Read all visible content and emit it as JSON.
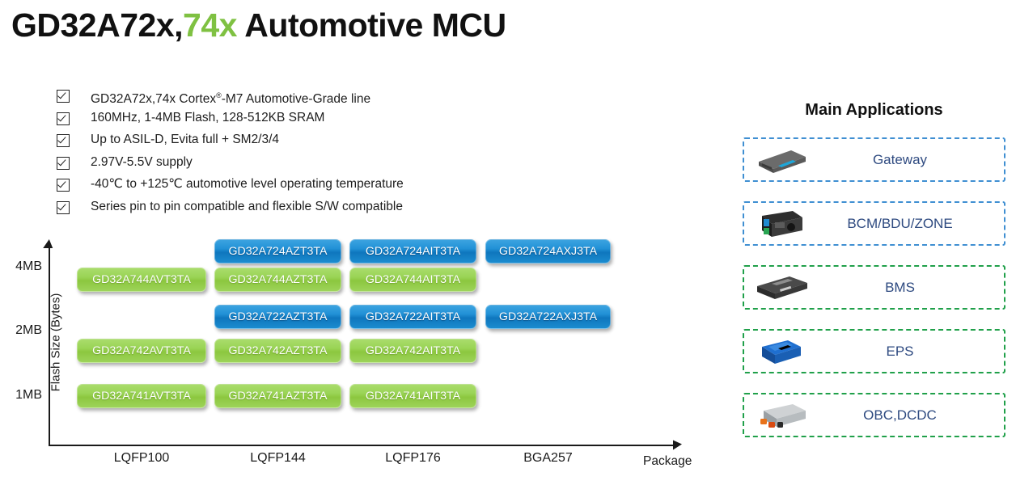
{
  "title": {
    "part1": "GD32A72x,",
    "part2": "74x",
    "part3": " Automotive MCU",
    "accent_color": "#7fc142"
  },
  "features": [
    {
      "text_before": "GD32A72x,74x Cortex",
      "sup": "®",
      "text_after": "-M7 Automotive-Grade line"
    },
    {
      "text_before": "160MHz, 1-4MB Flash, 128-512KB SRAM",
      "sup": "",
      "text_after": ""
    },
    {
      "text_before": "Up to ASIL-D, Evita full + SM2/3/4",
      "sup": "",
      "text_after": ""
    },
    {
      "text_before": "2.97V-5.5V supply",
      "sup": "",
      "text_after": ""
    },
    {
      "text_before": "-40℃ to +125℃ automotive level operating temperature",
      "sup": "",
      "text_after": ""
    },
    {
      "text_before": "Series pin to pin compatible and flexible S/W compatible",
      "sup": "",
      "text_after": ""
    }
  ],
  "chart_data": {
    "type": "table",
    "title": "",
    "xlabel": "Package",
    "ylabel": "Flash Size (Bytes)",
    "x_categories": [
      "LQFP100",
      "LQFP144",
      "LQFP176",
      "BGA257"
    ],
    "y_ticks": [
      "4MB",
      "2MB",
      "1MB"
    ],
    "colors": {
      "green": "#8cc73f",
      "blue": "#0f76bd"
    },
    "parts": [
      {
        "label": "GD32A724AZT3TA",
        "package": "LQFP144",
        "flash": "4MB",
        "color": "blue",
        "row": 0,
        "col": 1
      },
      {
        "label": "GD32A724AIT3TA",
        "package": "LQFP176",
        "flash": "4MB",
        "color": "blue",
        "row": 0,
        "col": 2
      },
      {
        "label": "GD32A724AXJ3TA",
        "package": "BGA257",
        "flash": "4MB",
        "color": "blue",
        "row": 0,
        "col": 3
      },
      {
        "label": "GD32A744AVT3TA",
        "package": "LQFP100",
        "flash": "4MB",
        "color": "green",
        "row": 1,
        "col": 0
      },
      {
        "label": "GD32A744AZT3TA",
        "package": "LQFP144",
        "flash": "4MB",
        "color": "green",
        "row": 1,
        "col": 1
      },
      {
        "label": "GD32A744AIT3TA",
        "package": "LQFP176",
        "flash": "4MB",
        "color": "green",
        "row": 1,
        "col": 2
      },
      {
        "label": "GD32A722AZT3TA",
        "package": "LQFP144",
        "flash": "2MB",
        "color": "blue",
        "row": 2,
        "col": 1
      },
      {
        "label": "GD32A722AIT3TA",
        "package": "LQFP176",
        "flash": "2MB",
        "color": "blue",
        "row": 2,
        "col": 2
      },
      {
        "label": "GD32A722AXJ3TA",
        "package": "BGA257",
        "flash": "2MB",
        "color": "blue",
        "row": 2,
        "col": 3
      },
      {
        "label": "GD32A742AVT3TA",
        "package": "LQFP100",
        "flash": "2MB",
        "color": "green",
        "row": 3,
        "col": 0
      },
      {
        "label": "GD32A742AZT3TA",
        "package": "LQFP144",
        "flash": "2MB",
        "color": "green",
        "row": 3,
        "col": 1
      },
      {
        "label": "GD32A742AIT3TA",
        "package": "LQFP176",
        "flash": "2MB",
        "color": "green",
        "row": 3,
        "col": 2
      },
      {
        "label": "GD32A741AVT3TA",
        "package": "LQFP100",
        "flash": "1MB",
        "color": "green",
        "row": 4,
        "col": 0
      },
      {
        "label": "GD32A741AZT3TA",
        "package": "LQFP144",
        "flash": "1MB",
        "color": "green",
        "row": 4,
        "col": 1
      },
      {
        "label": "GD32A741AIT3TA",
        "package": "LQFP176",
        "flash": "1MB",
        "color": "green",
        "row": 4,
        "col": 2
      }
    ]
  },
  "applications": {
    "title": "Main Applications",
    "items": [
      {
        "label": "Gateway",
        "icon": "gateway-module-icon",
        "border": "blue"
      },
      {
        "label": "BCM/BDU/ZONE",
        "icon": "bcm-module-icon",
        "border": "blue"
      },
      {
        "label": "BMS",
        "icon": "bms-module-icon",
        "border": "green"
      },
      {
        "label": "EPS",
        "icon": "eps-module-icon",
        "border": "green"
      },
      {
        "label": "OBC,DCDC",
        "icon": "obc-dcdc-module-icon",
        "border": "green"
      }
    ],
    "border_colors": {
      "blue": "#3f8fd2",
      "green": "#20a04a"
    },
    "label_color": "#2e4a80"
  }
}
